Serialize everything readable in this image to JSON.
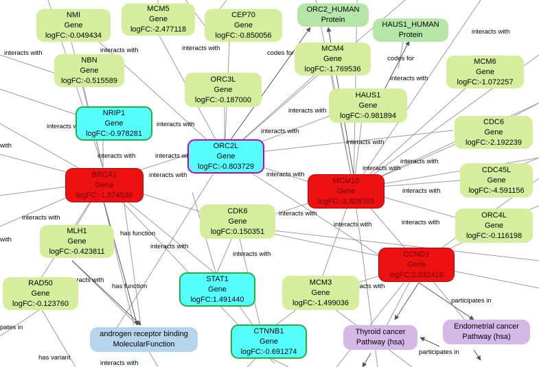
{
  "nodes": {
    "nmi": {
      "name": "NMI",
      "type": "Gene",
      "fc": "logFC:-0.049434"
    },
    "mcm5": {
      "name": "MCM5",
      "type": "Gene",
      "fc": "logFC:-2.477118"
    },
    "cep70": {
      "name": "CEP70",
      "type": "Gene",
      "fc": "logFC:-0.850056"
    },
    "orc2_human": {
      "name": "ORC2_HUMAN",
      "type": "Protein"
    },
    "haus1_human": {
      "name": "HAUS1_HUMAN",
      "type": "Protein"
    },
    "nbn": {
      "name": "NBN",
      "type": "Gene",
      "fc": "logFC:-0.515589"
    },
    "mcm4": {
      "name": "MCM4",
      "type": "Gene",
      "fc": "logFC:-1.769536"
    },
    "mcm6": {
      "name": "MCM6",
      "type": "Gene",
      "fc": "logFC:-1.072257"
    },
    "orc3l": {
      "name": "ORC3L",
      "type": "Gene",
      "fc": "logFC:-0.187000"
    },
    "nrip1": {
      "name": "NRIP1",
      "type": "Gene",
      "fc": "logFC:-0.978281"
    },
    "haus1": {
      "name": "HAUS1",
      "type": "Gene",
      "fc": "logFC:-0.981894"
    },
    "cdc6": {
      "name": "CDC6",
      "type": "Gene",
      "fc": "logFC:-2.192239"
    },
    "orc2l": {
      "name": "ORC2L",
      "type": "Gene",
      "fc": "logFC:-0.803729"
    },
    "brca1": {
      "name": "BRCA1",
      "type": "Gene",
      "fc": "logFC:-1.674536"
    },
    "cdc45l": {
      "name": "CDC45L",
      "type": "Gene",
      "fc": "logFC:-4.591156"
    },
    "mcm10": {
      "name": "MCM10",
      "type": "Gene",
      "fc": "logFC:-3.828703"
    },
    "orc4l": {
      "name": "ORC4L",
      "type": "Gene",
      "fc": "logFC:-0.116198"
    },
    "cdk6": {
      "name": "CDK6",
      "type": "Gene",
      "fc": "logFC:0.150351"
    },
    "mlh1": {
      "name": "MLH1",
      "type": "Gene",
      "fc": "logFC:-0.423811"
    },
    "ccnd1": {
      "name": "CCND1",
      "type": "Gene",
      "fc": "logFC:2.032419"
    },
    "rad50": {
      "name": "RAD50",
      "type": "Gene",
      "fc": "logFC:-0.123760"
    },
    "stat1": {
      "name": "STAT1",
      "type": "Gene",
      "fc": "logFC:1.491440"
    },
    "mcm3": {
      "name": "MCM3",
      "type": "Gene",
      "fc": "logFC:-1.499036"
    },
    "ctnnb1": {
      "name": "CTNNB1",
      "type": "Gene",
      "fc": "logFC:-0.691274"
    },
    "arb": {
      "name": "androgen receptor binding",
      "type": "MolecularFunction"
    },
    "thyroid": {
      "name": "Thyroid cancer",
      "type": "Pathway (hsa)"
    },
    "endo": {
      "name": "Endometrial cancer",
      "type": "Pathway (hsa)"
    }
  },
  "edge_labels": {
    "interacts_with": "interacts with",
    "codes_for": "codes for",
    "has_function": "has function",
    "participates_in": "participates in",
    "has_variant": "has variant",
    "partial_with": "with",
    "partial_participates": "pates in"
  }
}
